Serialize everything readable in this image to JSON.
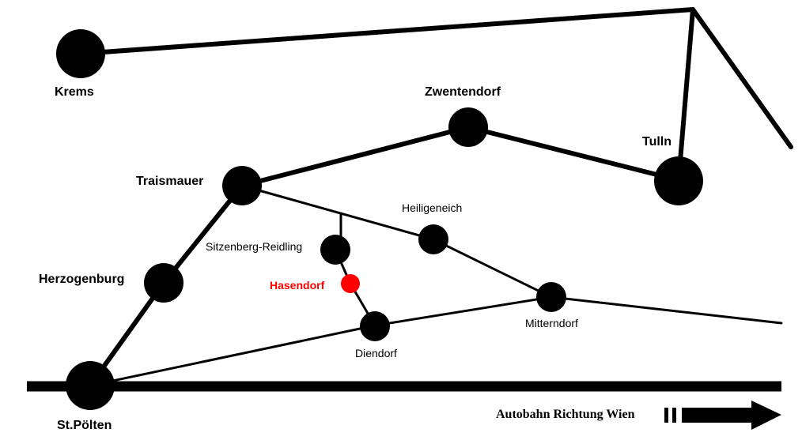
{
  "colors": {
    "background": "#ffffff",
    "network": "#000000",
    "highlight": "#ff0000"
  },
  "places": {
    "krems": "Krems",
    "zwentendorf": "Zwentendorf",
    "tulln": "Tulln",
    "traismauer": "Traismauer",
    "heiligeneich": "Heiligeneich",
    "sitzenberg_reidling": "Sitzenberg-Reidling",
    "hasendorf": "Hasendorf",
    "herzogenburg": "Herzogenburg",
    "mitterndorf": "Mitterndorf",
    "diendorf": "Diendorf",
    "st_poelten": "St.Pölten"
  },
  "motorway": {
    "label": "Autobahn Richtung Wien",
    "icon": "arrow-right-icon"
  }
}
